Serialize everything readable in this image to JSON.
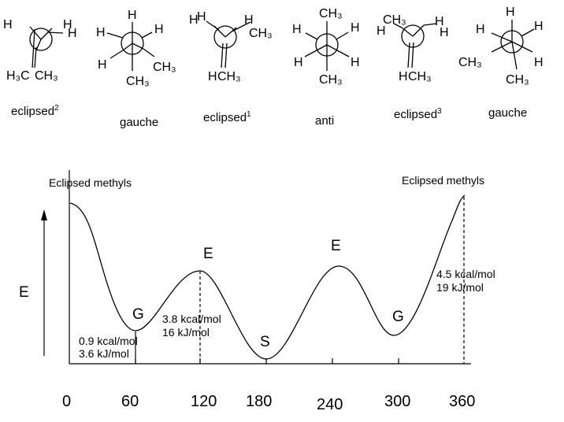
{
  "conformers": [
    {
      "id": "c1",
      "name": "eclipsed",
      "sup": "2",
      "atoms": [
        "H",
        "H",
        "H",
        "H₃C",
        "CH₃"
      ]
    },
    {
      "id": "c2",
      "name": "gauche",
      "sup": "",
      "atoms": [
        "H",
        "H",
        "H",
        "H",
        "CH₃",
        "CH₃"
      ]
    },
    {
      "id": "c3",
      "name": "eclipsed",
      "sup": "1",
      "atoms": [
        "H",
        "H",
        "H",
        "CH₃",
        "H",
        "CH₃"
      ]
    },
    {
      "id": "c4",
      "name": "anti",
      "sup": "",
      "atoms": [
        "CH₃",
        "H",
        "H",
        "H",
        "H",
        "CH₃"
      ]
    },
    {
      "id": "c5",
      "name": "eclipsed",
      "sup": "3",
      "atoms": [
        "CH₃",
        "H",
        "H",
        "H",
        "H",
        "CH₃"
      ]
    },
    {
      "id": "c6",
      "name": "gauche",
      "sup": "",
      "atoms": [
        "H",
        "H",
        "H",
        "H",
        "CH₃",
        "CH₃"
      ]
    }
  ],
  "plot": {
    "y_axis_label": "E",
    "left_annotation": "Eclipsed methyls",
    "right_annotation": "Eclipsed methyls",
    "x_ticks": [
      "0",
      "60",
      "120",
      "180",
      "240",
      "300",
      "360"
    ],
    "point_labels": [
      {
        "text": "G",
        "x": 60
      },
      {
        "text": "E",
        "x": 120
      },
      {
        "text": "S",
        "x": 180
      },
      {
        "text": "E",
        "x": 240
      },
      {
        "text": "G",
        "x": 300
      }
    ],
    "energy_notes": [
      {
        "line1": "0.9 kcal/mol",
        "line2": "3.6 kJ/mol"
      },
      {
        "line1": "3.8 kcal/mol",
        "line2": "16 kJ/mol"
      },
      {
        "line1": "4.5 kcal/mol",
        "line2": "19 kJ/mol"
      }
    ]
  }
}
